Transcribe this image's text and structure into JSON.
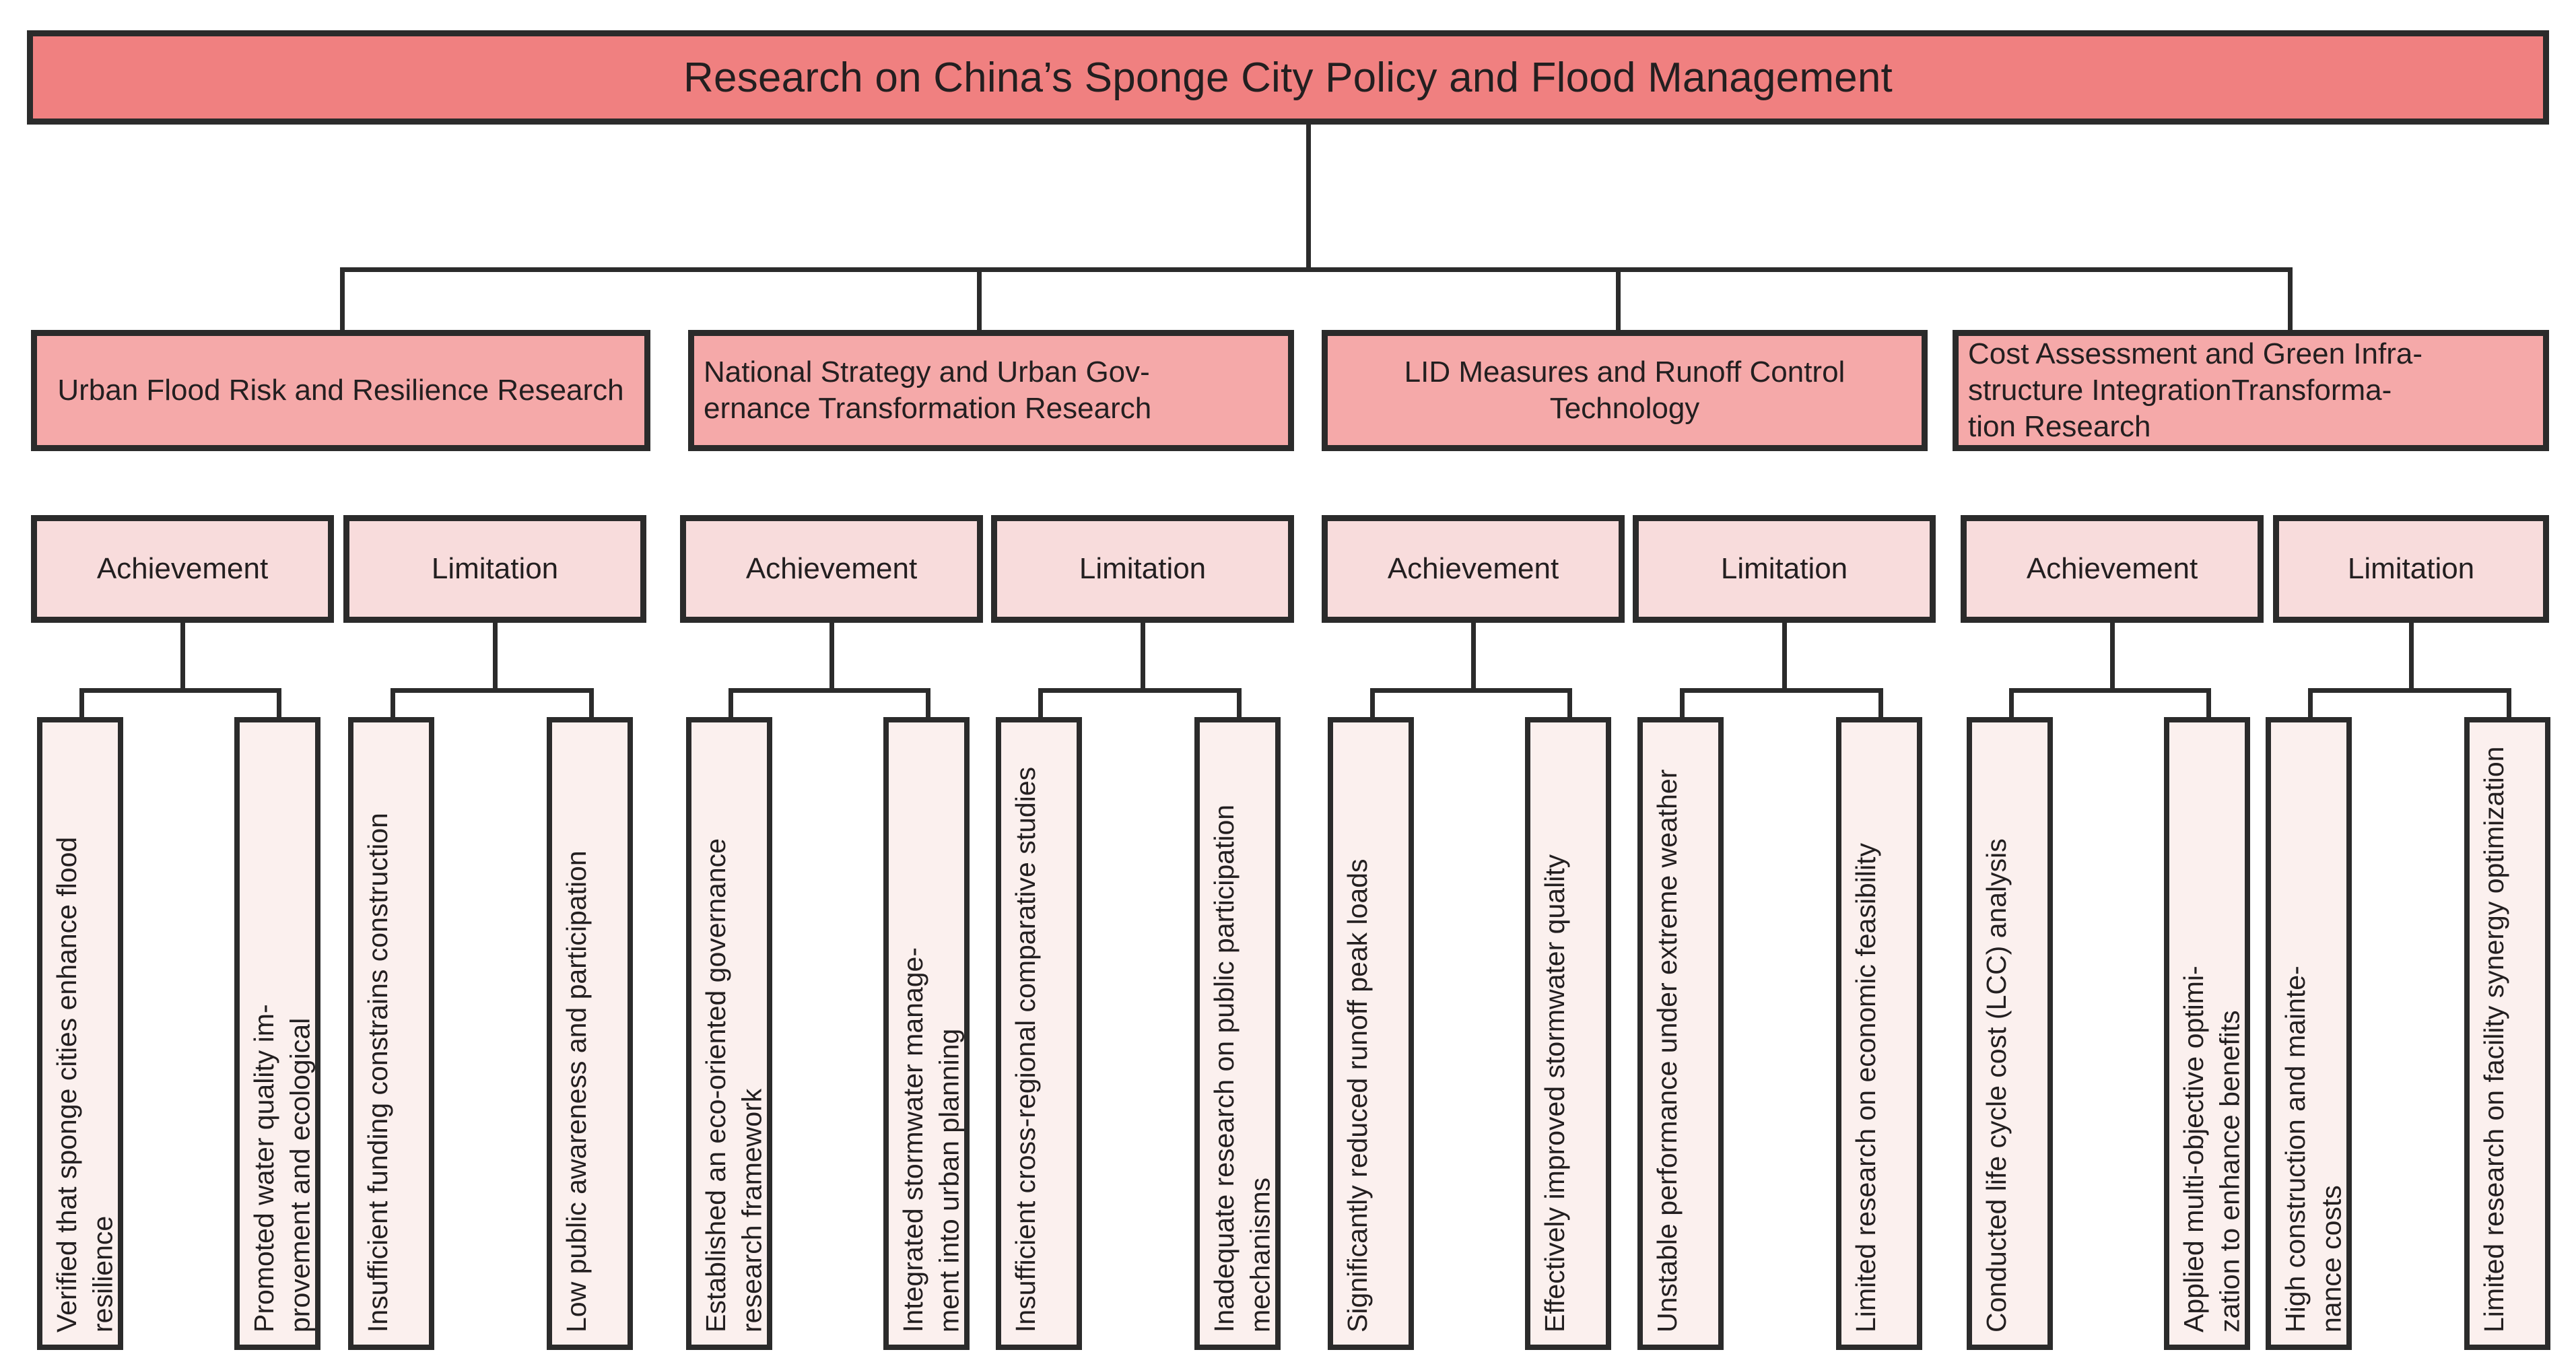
{
  "diagram": {
    "type": "hierarchy-tree",
    "title": "Research on China’s Sponge City Policy and Flood Management",
    "colors": {
      "root_fill": "#F08080",
      "theme_fill": "#F5A9A9",
      "category_fill": "#F8DCDC",
      "leaf_fill": "#FBF0EE",
      "stroke": "#2b2b2b",
      "text": "#231f20",
      "background": "#ffffff"
    },
    "branches": [
      {
        "theme": "Urban Flood Risk and Resilience Research",
        "categories": [
          {
            "label": "Achievement",
            "items": [
              "Verified that sponge cities enhance flood resilience",
              "Promoted water quality im-\nprovement and ecological"
            ]
          },
          {
            "label": "Limitation",
            "items": [
              "Insufficient funding constrains construction",
              "Low public awareness and participation"
            ]
          }
        ]
      },
      {
        "theme": "National Strategy and Urban Gov-\nernance Transformation Research",
        "categories": [
          {
            "label": "Achievement",
            "items": [
              "Established an eco-oriented governance research framework",
              "Integrated stormwater manage-\nment into urban planning"
            ]
          },
          {
            "label": "Limitation",
            "items": [
              "Insufficient cross-regional comparative studies",
              "Inadequate research on public participation mechanisms"
            ]
          }
        ]
      },
      {
        "theme": "LID Measures and Runoff Control Technology",
        "categories": [
          {
            "label": "Achievement",
            "items": [
              "Significantly reduced runoff peak loads",
              "Effectively improved stormwater quality"
            ]
          },
          {
            "label": "Limitation",
            "items": [
              "Unstable performance under extreme weather",
              "Limited research on economic feasibility"
            ]
          }
        ]
      },
      {
        "theme": "Cost Assessment and Green Infra-\nstructure IntegrationTransforma-\ntion Research",
        "categories": [
          {
            "label": "Achievement",
            "items": [
              "Conducted life cycle cost (LCC) analysis",
              "Applied multi-objective optimi-\nzation to enhance benefits"
            ]
          },
          {
            "label": "Limitation",
            "items": [
              "High construction and mainte-\nnance costs",
              "Limited research on facility synergy optimization"
            ]
          }
        ]
      }
    ]
  }
}
